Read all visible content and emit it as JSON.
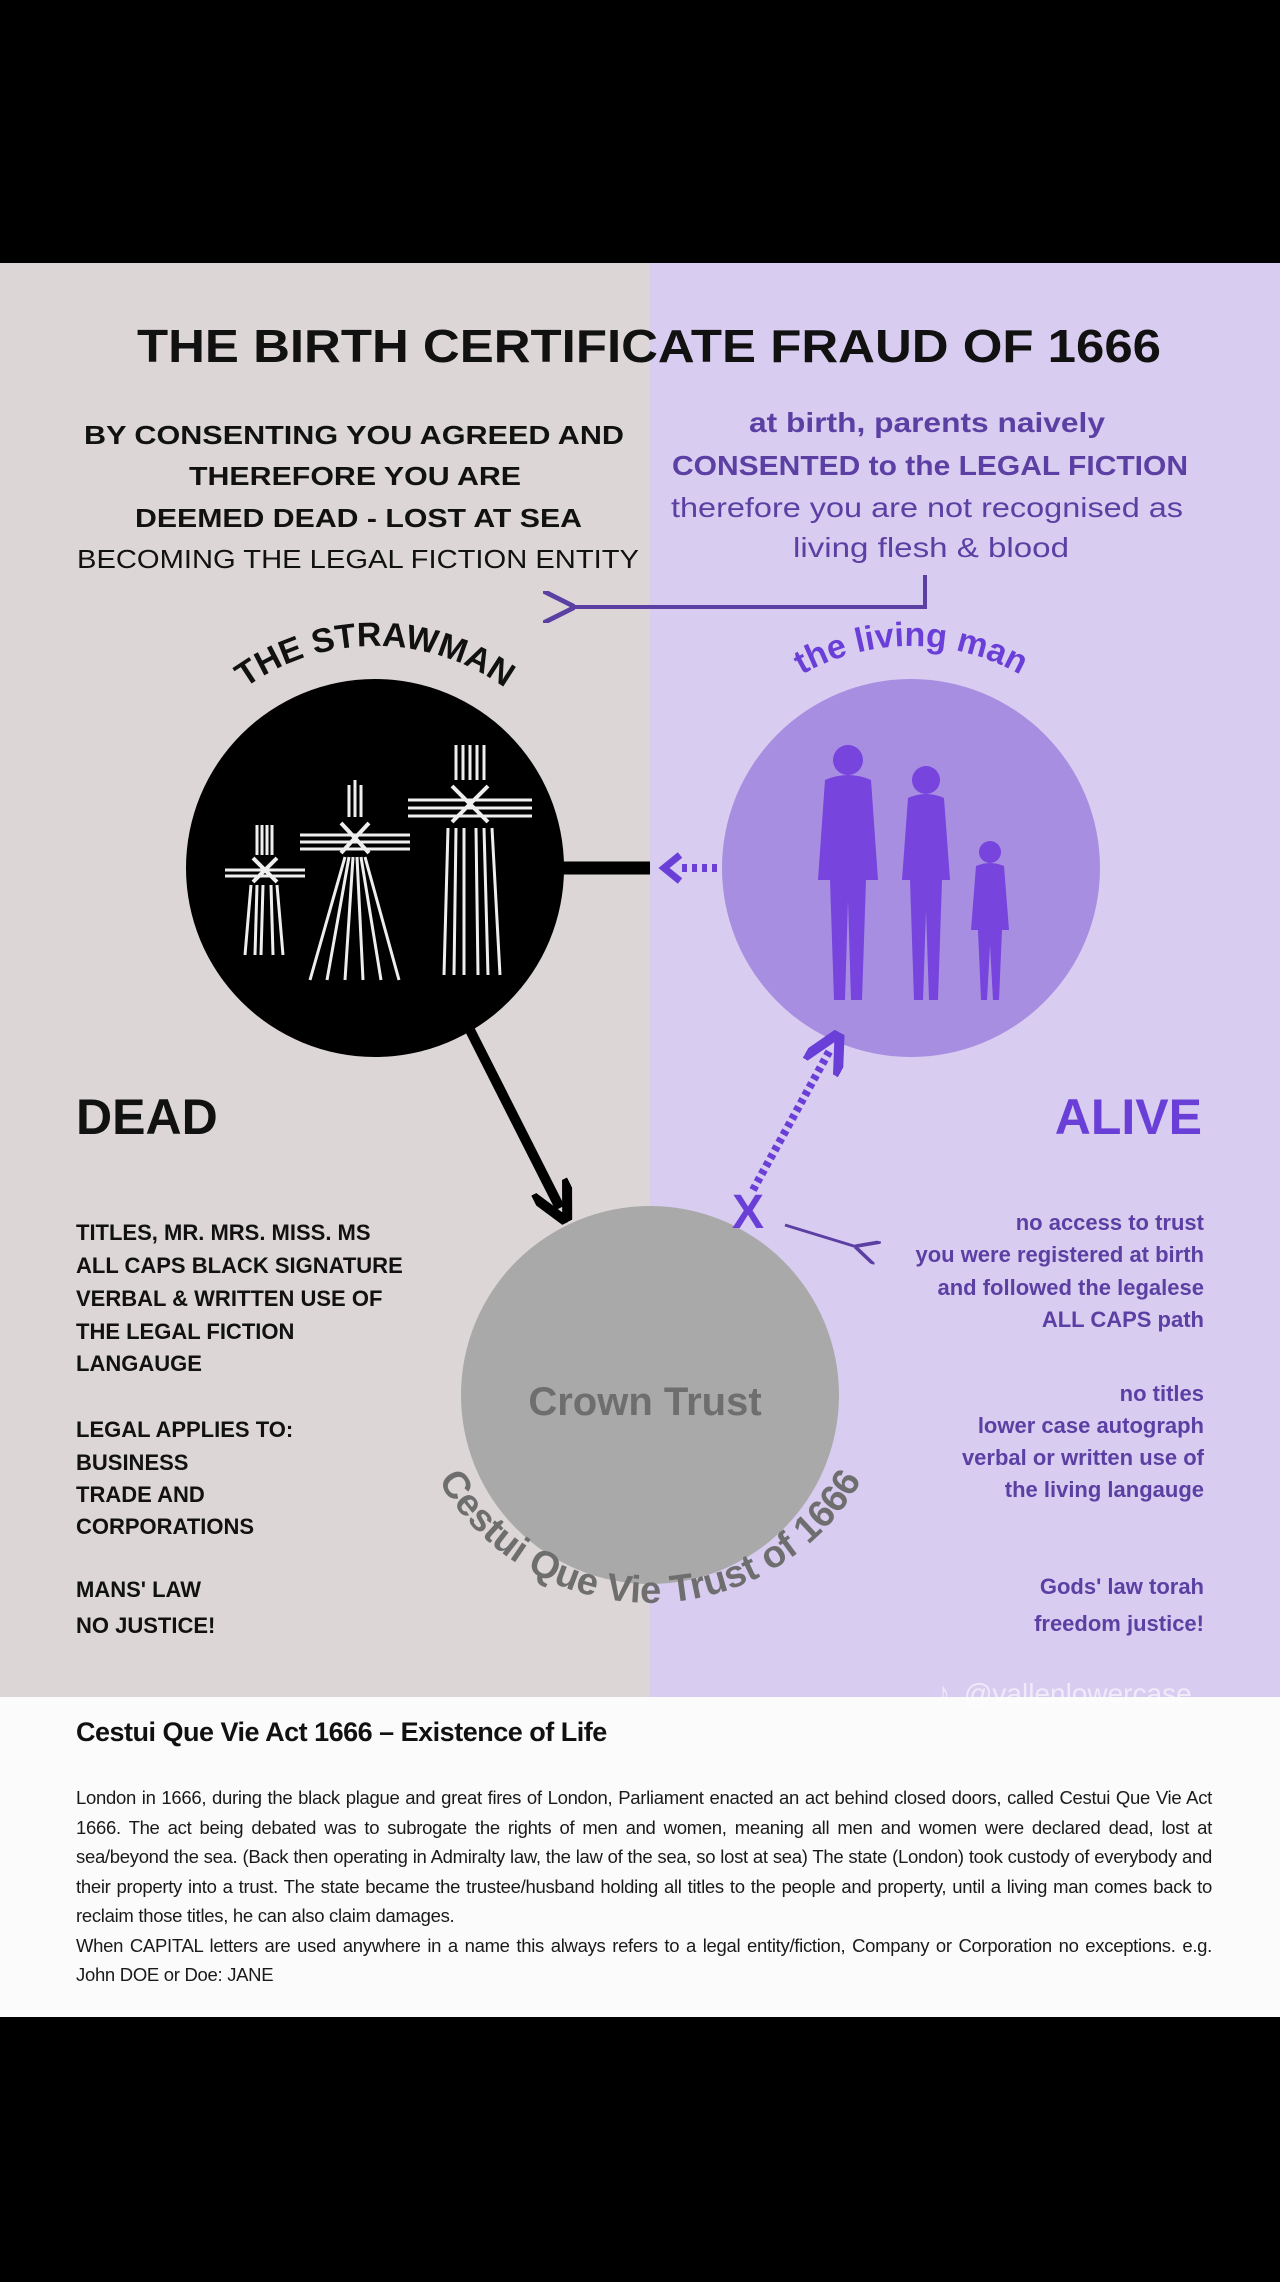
{
  "infographic": {
    "title": "THE BIRTH CERTIFICATE FRAUD OF 1666",
    "left_intro": [
      "BY CONSENTING YOU AGREED AND",
      "THEREFORE  YOU ARE",
      "DEEMED DEAD - LOST AT SEA",
      "BECOMING THE LEGAL FICTION ENTITY"
    ],
    "right_intro": [
      "at birth, parents naively",
      "CONSENTED to the LEGAL FICTION",
      "therefore you are not recognised as",
      "living flesh & blood"
    ],
    "strawman_label": "THE STRAWMAN",
    "living_label": "the living man",
    "crown_label": "Crown Trust",
    "cestui_label": "Cestui Que Vie Trust of 1666",
    "dead_heading": "DEAD",
    "alive_heading": "ALIVE",
    "dead_list": [
      "TITLES, MR. MRS. MISS. MS",
      "ALL CAPS BLACK SIGNATURE",
      "VERBAL & WRITTEN USE OF",
      "THE LEGAL FICTION",
      "LANGAUGE",
      "LEGAL APPLIES TO:",
      "BUSINESS",
      "TRADE AND",
      "CORPORATIONS",
      "MANS' LAW",
      "NO JUSTICE!"
    ],
    "alive_list": [
      "no access to trust",
      "you were registered at birth",
      "and followed the legalese",
      "ALL CAPS path",
      "no  titles",
      "lower case autograph",
      "verbal or written use of",
      "the living langauge",
      "Gods' law torah",
      "freedom justice!"
    ],
    "blocked_mark": "X",
    "watermark": "@vallenlowercase",
    "colors": {
      "left_bg": "#dcd6d6",
      "right_bg": "#d9ccf1",
      "purple_text": "#5b3fa3",
      "bright_purple": "#6a3fd8",
      "living_circle": "#a78ee0",
      "crown_circle": "#a9a9a9"
    }
  },
  "article": {
    "heading": "Cestui Que Vie Act 1666 – Existence of Life",
    "paragraphs": [
      "London in 1666, during the black plague and great fires of London, Parliament enacted an act behind closed doors, called Cestui Que Vie Act 1666. The act being debated was to subrogate the rights of men and women, meaning all men and women were declared dead, lost at sea/beyond the sea. (Back then operating in Admiralty law, the law of the sea, so lost at sea) The state (London) took custody of everybody and their property into a trust. The state became the trustee/husband holding all titles to the people and property, until a living man comes back to reclaim those titles, he can also claim damages.",
      "When CAPITAL letters are used anywhere in a name this always refers to a legal entity/fiction, Company or Corporation no exceptions. e.g. John DOE or Doe: JANE"
    ]
  }
}
